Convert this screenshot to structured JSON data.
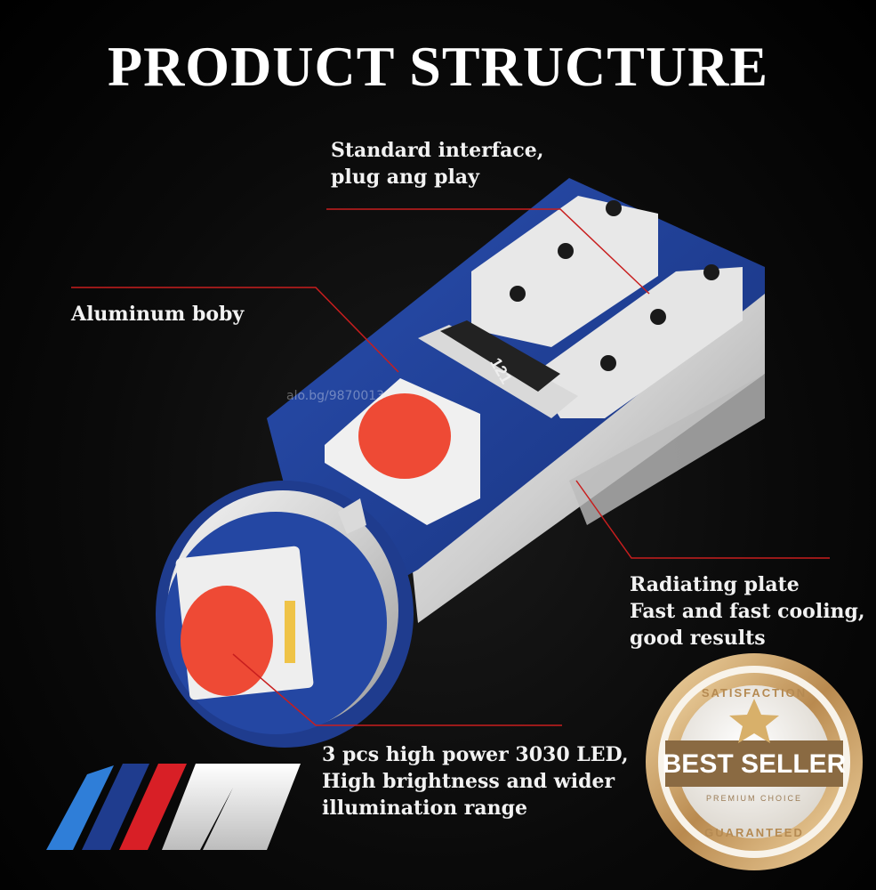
{
  "title": "PRODUCT STRUCTURE",
  "watermark": "alo.bg/9870013",
  "callouts": {
    "interface": [
      "Standard interface,",
      "plug ang play"
    ],
    "body": [
      "Aluminum boby"
    ],
    "radiating": [
      "Radiating plate",
      "Fast and fast cooling,",
      "good results"
    ],
    "led": [
      "3 pcs high power 3030 LED,",
      "High brightness and wider",
      "illumination range"
    ]
  },
  "resistor_code": "121",
  "badge": {
    "top": "SATISFACTION",
    "main": "BEST SELLER",
    "sub": "PREMIUM CHOICE",
    "bottom": "GUARANTEED"
  },
  "colors": {
    "pcb_blue": "#1e3a8a",
    "led_red": "#ee4a35",
    "leader_line": "#c81e1e",
    "badge_gold": "#c99a5b"
  }
}
